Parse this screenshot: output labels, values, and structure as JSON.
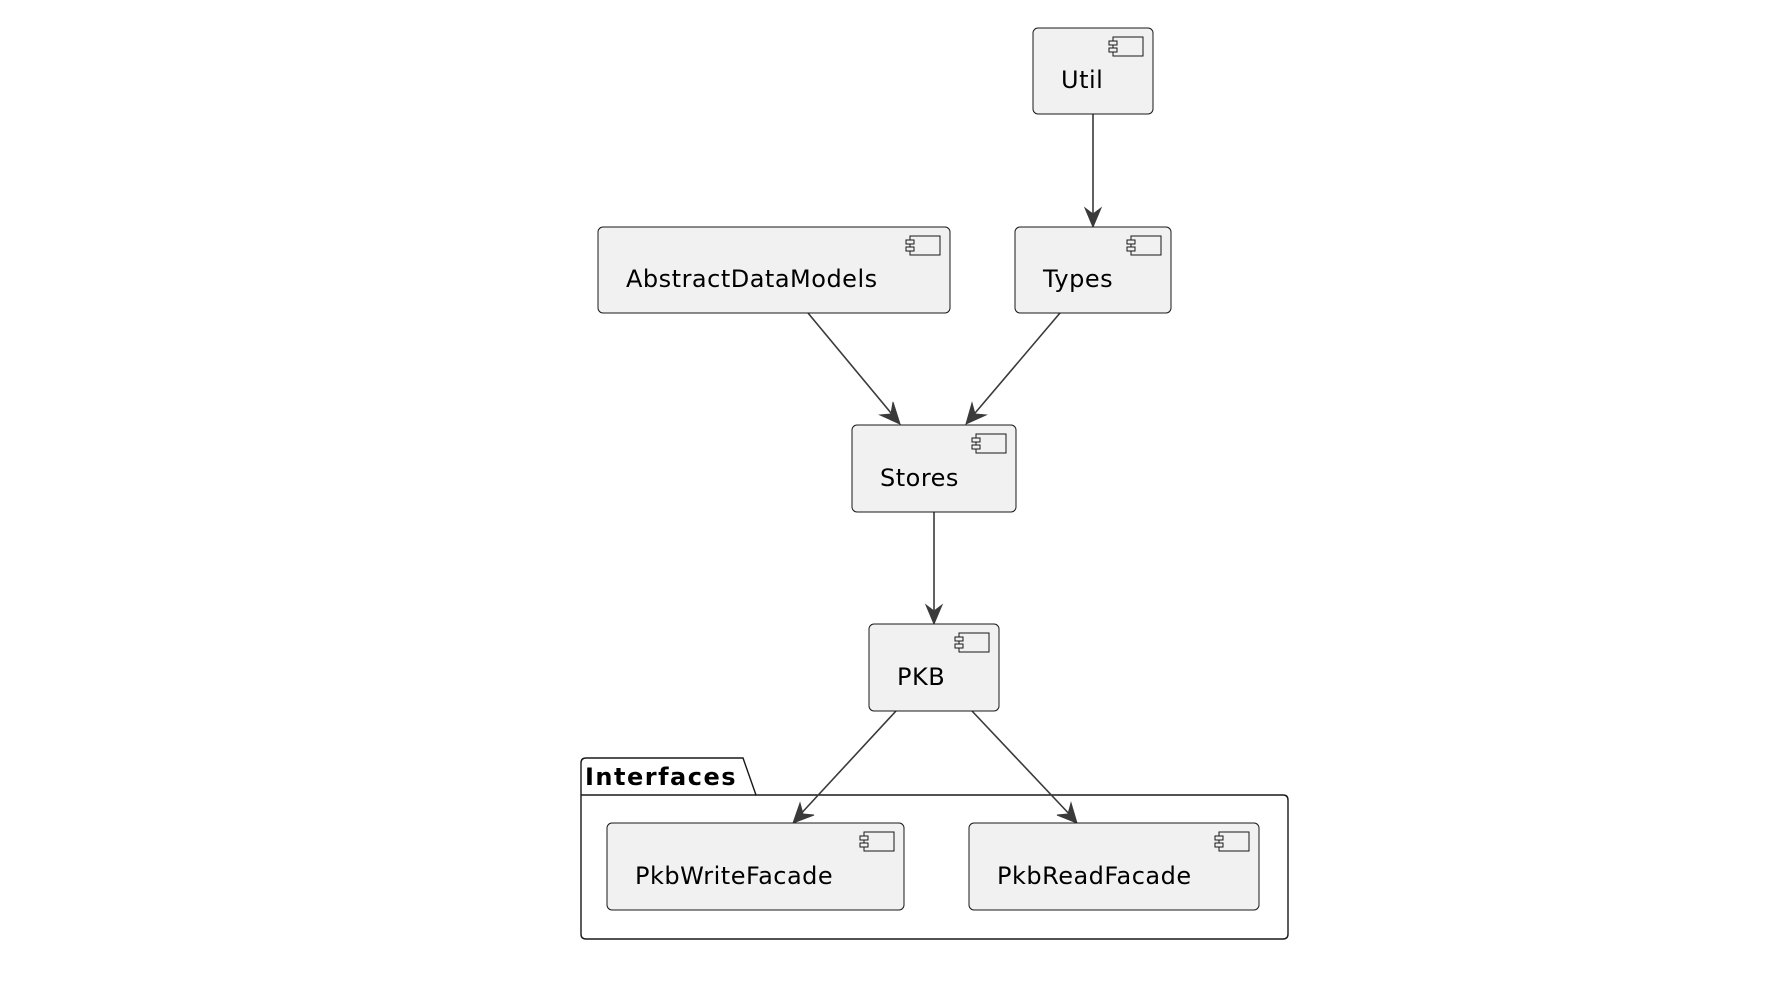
{
  "diagram": {
    "type": "component",
    "nodes": {
      "util": {
        "label": "Util"
      },
      "abstract_data_models": {
        "label": "AbstractDataModels"
      },
      "types": {
        "label": "Types"
      },
      "stores": {
        "label": "Stores"
      },
      "pkb": {
        "label": "PKB"
      },
      "pkb_write_facade": {
        "label": "PkbWriteFacade"
      },
      "pkb_read_facade": {
        "label": "PkbReadFacade"
      }
    },
    "package": {
      "label": "Interfaces",
      "members": [
        "pkb_write_facade",
        "pkb_read_facade"
      ]
    },
    "edges": [
      {
        "from": "util",
        "to": "types"
      },
      {
        "from": "abstract_data_models",
        "to": "stores"
      },
      {
        "from": "types",
        "to": "stores"
      },
      {
        "from": "stores",
        "to": "pkb"
      },
      {
        "from": "pkb",
        "to": "pkb_write_facade"
      },
      {
        "from": "pkb",
        "to": "pkb_read_facade"
      }
    ],
    "colors": {
      "node_fill": "#f1f1f1",
      "node_border": "#181818",
      "edge": "#3a3a3a",
      "background": "#ffffff"
    },
    "icon": "component-icon"
  }
}
